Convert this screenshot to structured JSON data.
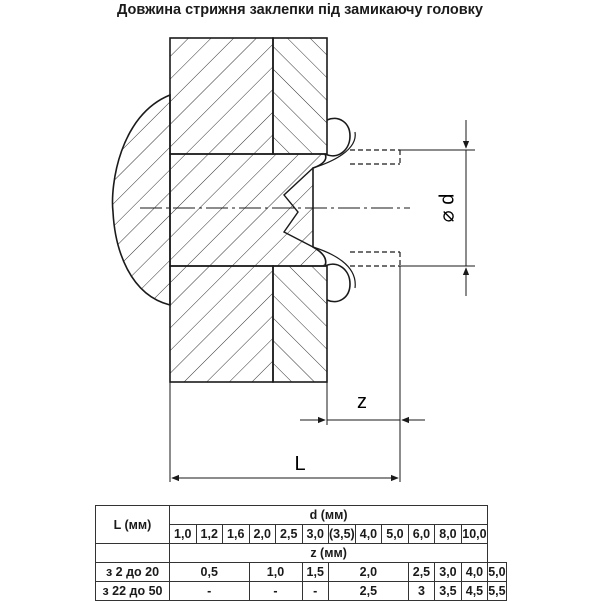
{
  "title": "Довжина стрижня заклепки під замикаючу головку",
  "dims": {
    "d_label": "⌀ d",
    "z_label": "z",
    "L_label": "L"
  },
  "table": {
    "row_header": "L (мм)",
    "d_header": "d (мм)",
    "z_header": "z (мм)",
    "d_values": [
      "1,0",
      "1,2",
      "1,6",
      "2,0",
      "2,5",
      "3,0",
      "(3,5)",
      "4,0",
      "5,0",
      "6,0",
      "8,0",
      "10,0"
    ],
    "rows": [
      {
        "label": "з 2 до 20",
        "cells": [
          {
            "v": "0,5",
            "span": 3
          },
          {
            "v": "1,0",
            "span": 2
          },
          {
            "v": "1,5",
            "span": 1
          },
          {
            "v": "2,0",
            "span": 3
          },
          {
            "v": "2,5",
            "span": 1
          },
          {
            "v": "3,0",
            "span": 1
          },
          {
            "v": "4,0",
            "span": 1
          },
          {
            "v": "5,0",
            "span": 1
          }
        ]
      },
      {
        "label": "з 22 до 50",
        "cells": [
          {
            "v": "-",
            "span": 3
          },
          {
            "v": "-",
            "span": 2
          },
          {
            "v": "-",
            "span": 1
          },
          {
            "v": "2,5",
            "span": 3
          },
          {
            "v": "3",
            "span": 1
          },
          {
            "v": "3,5",
            "span": 1
          },
          {
            "v": "4,5",
            "span": 1
          },
          {
            "v": "5,5",
            "span": 1
          }
        ]
      }
    ]
  }
}
